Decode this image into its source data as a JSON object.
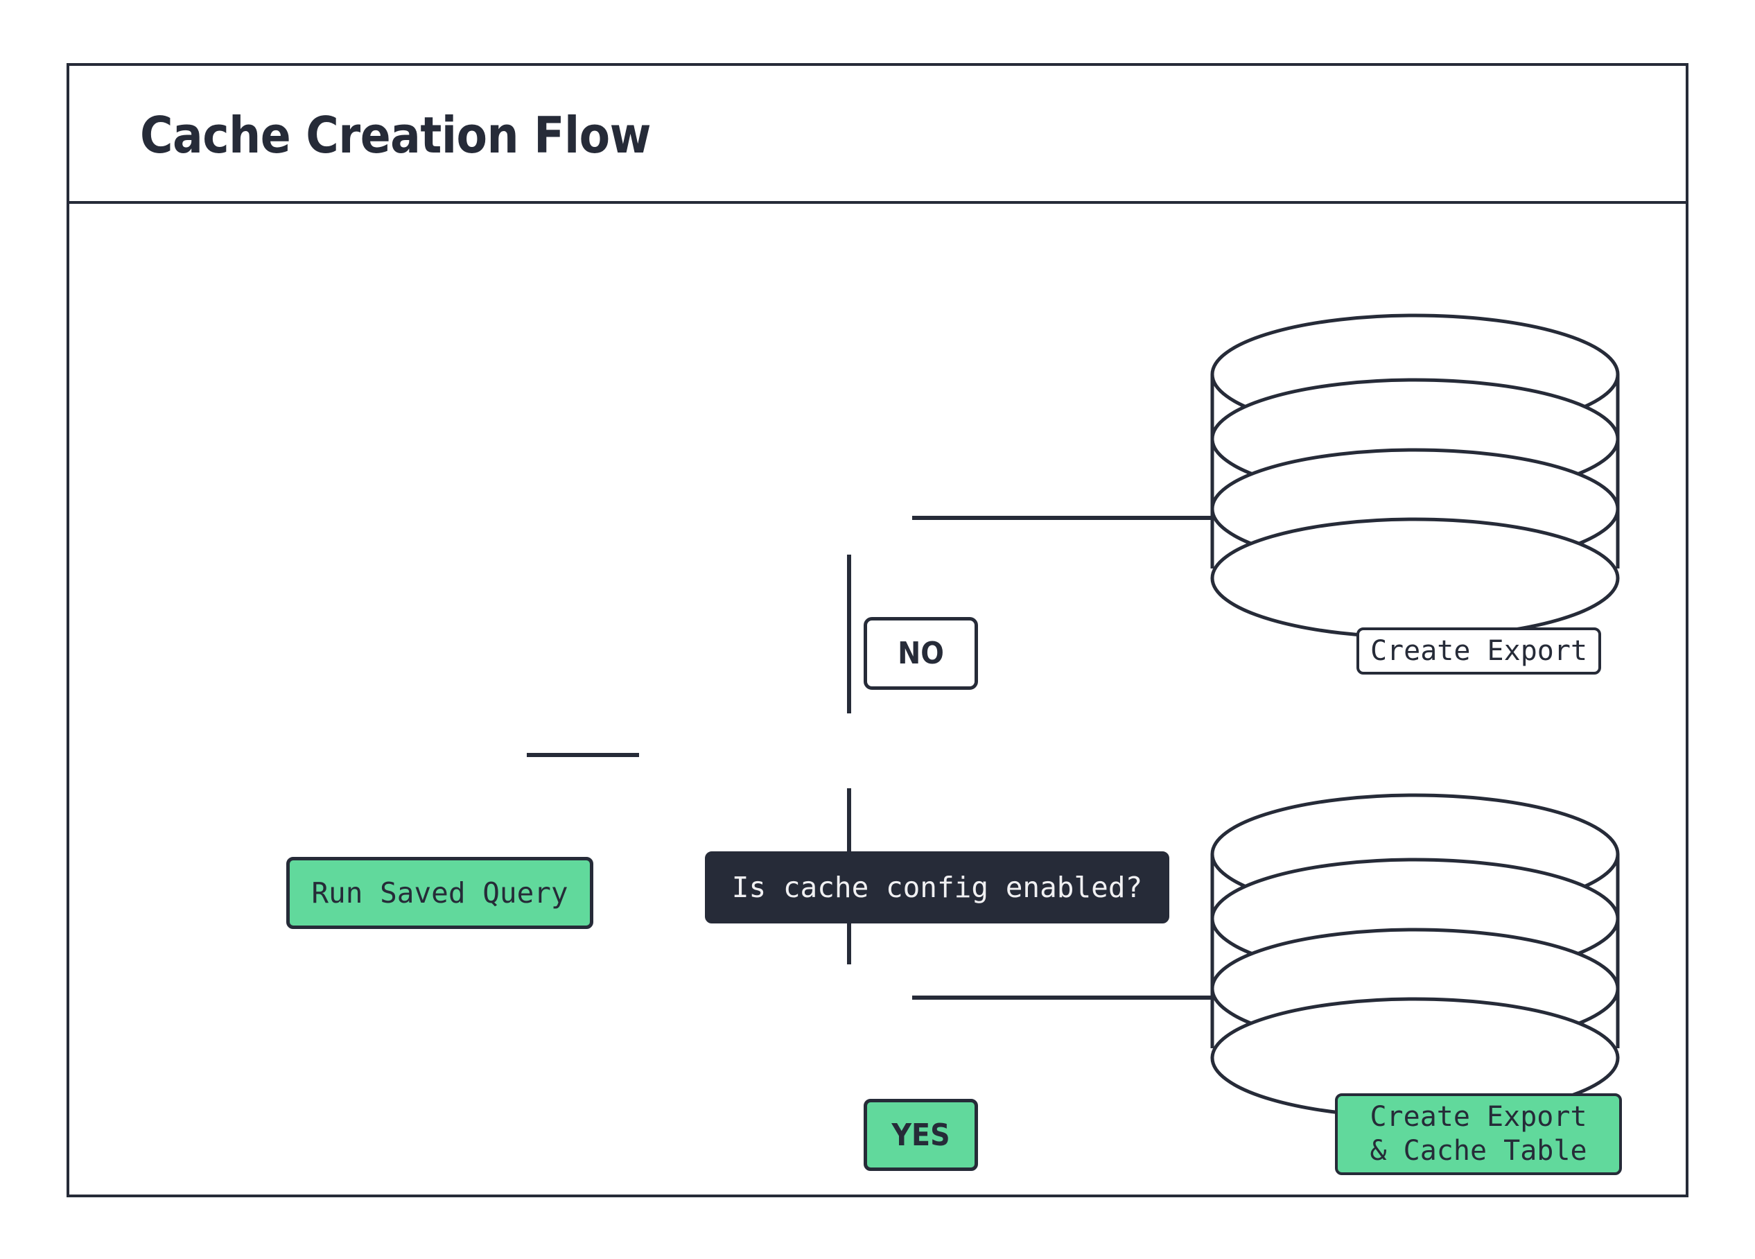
{
  "page": {
    "title": "Cache Creation Flow",
    "background": "#ffffff"
  },
  "colors": {
    "ink": "#262b38",
    "green": "#61d99c",
    "white": "#ffffff",
    "dark_node_text": "#f0f0f2"
  },
  "diagram": {
    "type": "flowchart",
    "orientation": "left-to-right",
    "nodes": [
      {
        "id": "run-saved-query",
        "label": "Run Saved Query",
        "shape": "rounded-rect",
        "fill": "#61d99c",
        "text_color": "#262b38"
      },
      {
        "id": "decision",
        "label": "Is cache config enabled?",
        "shape": "rounded-rect",
        "fill": "#262b38",
        "text_color": "#f0f0f2"
      },
      {
        "id": "branch-no",
        "label": "NO",
        "shape": "rounded-rect",
        "fill": "#ffffff",
        "text_color": "#262b38"
      },
      {
        "id": "branch-yes",
        "label": "YES",
        "shape": "rounded-rect",
        "fill": "#61d99c",
        "text_color": "#262b38"
      },
      {
        "id": "database-top",
        "label": "Create Export",
        "shape": "cylinder",
        "fill": "#ffffff",
        "label_fill": "#ffffff",
        "text_color": "#262b38"
      },
      {
        "id": "database-bottom",
        "label": "Create Export\n& Cache Table",
        "label_line1": "Create Export",
        "label_line2": "& Cache Table",
        "shape": "cylinder",
        "fill": "#ffffff",
        "label_fill": "#61d99c",
        "text_color": "#262b38"
      }
    ],
    "edges": [
      {
        "from": "run-saved-query",
        "to": "decision",
        "label": ""
      },
      {
        "from": "decision",
        "to": "branch-no",
        "label": ""
      },
      {
        "from": "decision",
        "to": "branch-yes",
        "label": ""
      },
      {
        "from": "branch-no",
        "to": "database-top",
        "label": ""
      },
      {
        "from": "branch-yes",
        "to": "database-bottom",
        "label": ""
      }
    ]
  }
}
